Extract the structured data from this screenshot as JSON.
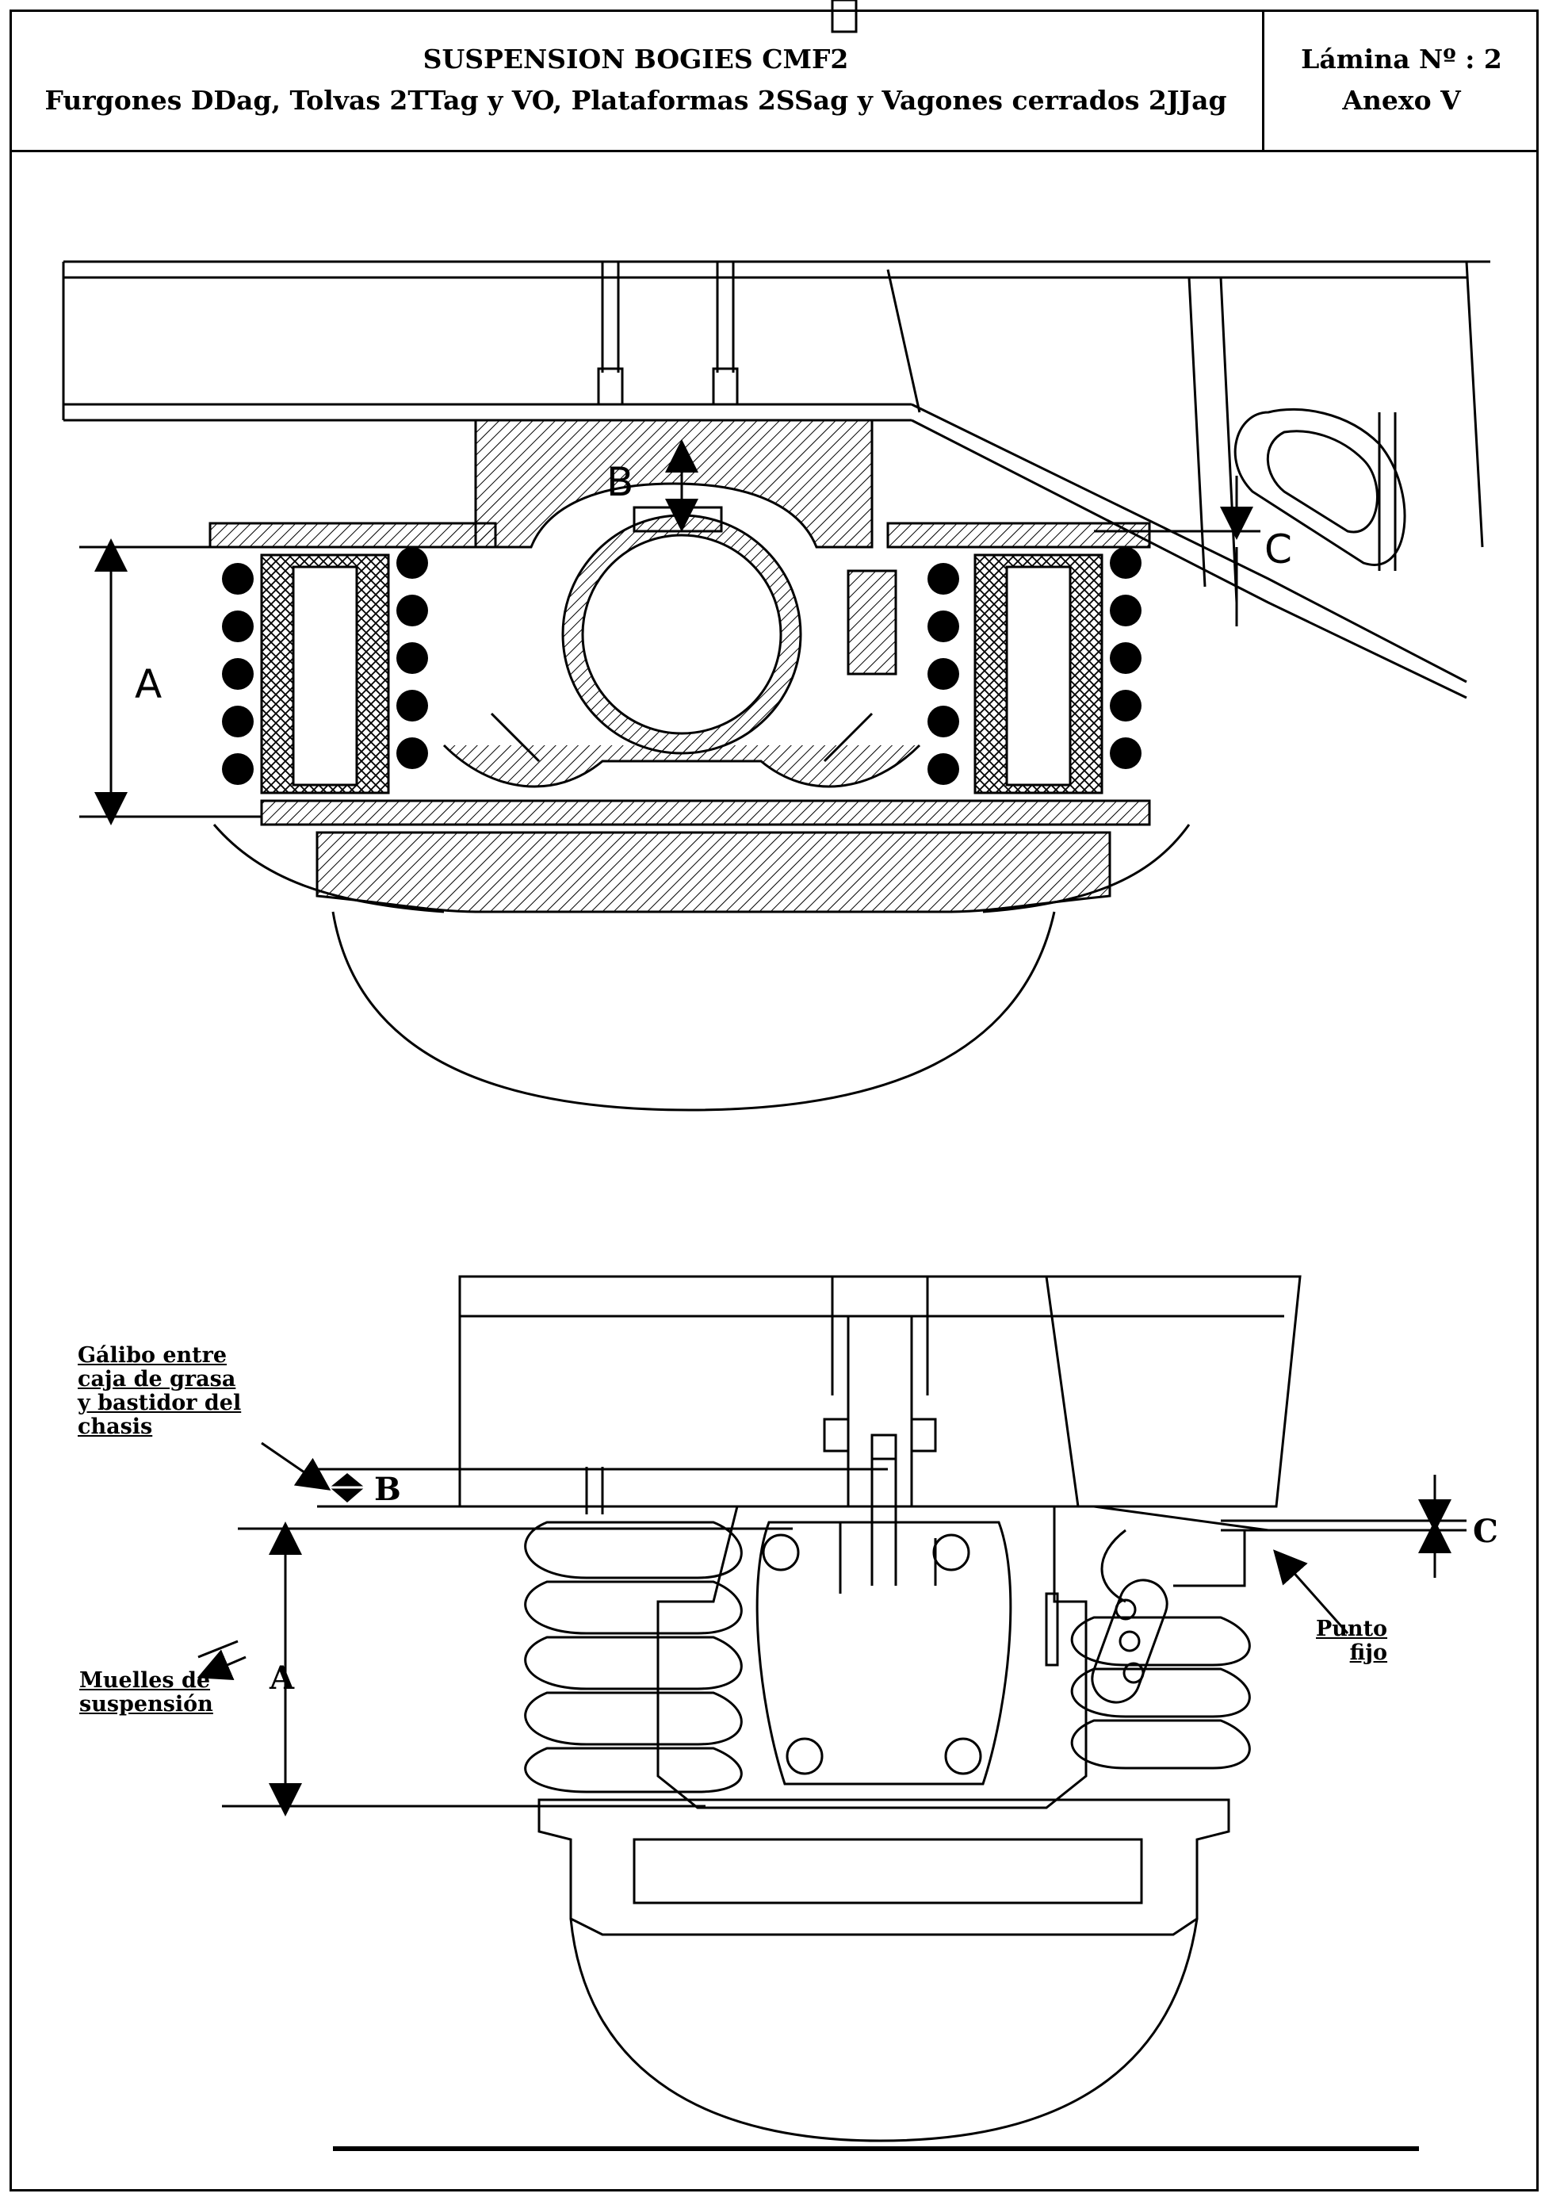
{
  "header": {
    "title": "SUSPENSION BOGIES CMF2",
    "subtitle": "Furgones DDag, Tolvas 2TTag y VO, Plataformas 2SSag  y Vagones cerrados 2JJag",
    "sheet": "Lámina Nº : 2",
    "annex": "Anexo V"
  },
  "top_view": {
    "dim_a": "A",
    "dim_b": "B",
    "dim_c": "C"
  },
  "bottom_view": {
    "dim_a": "A",
    "dim_b": "B",
    "dim_c": "C",
    "callout_clearance": [
      "Gálibo entre",
      "caja de grasa",
      "y bastidor del",
      "chasis"
    ],
    "callout_springs": [
      "Muelles de",
      "suspensión"
    ],
    "callout_fixed_point": [
      "Punto",
      "fijo"
    ]
  }
}
